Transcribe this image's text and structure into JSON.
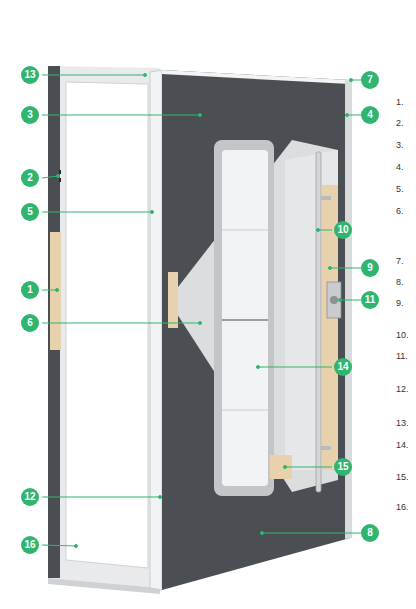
{
  "diagram": {
    "nodes": [
      {
        "text": [
          "13"
        ]
      },
      {
        "text": [
          "7"
        ]
      },
      {
        "text": [
          "3"
        ]
      },
      {
        "text": [
          "4"
        ]
      },
      {
        "text": [
          "2"
        ]
      },
      {
        "text": [
          "5"
        ]
      },
      {
        "text": [
          "10"
        ]
      },
      {
        "text": [
          "9"
        ]
      },
      {
        "text": [
          "1"
        ]
      },
      {
        "text": [
          "11"
        ]
      },
      {
        "text": [
          "6"
        ]
      },
      {
        "text": [
          "14"
        ]
      },
      {
        "text": [
          "15"
        ]
      },
      {
        "text": [
          "12"
        ]
      },
      {
        "text": [
          "8"
        ]
      },
      {
        "text": [
          "16"
        ]
      }
    ],
    "labels": [
      "1.",
      "2.",
      "3.",
      "4.",
      "5.",
      "6.",
      "7.",
      "8.",
      "9.",
      "10.",
      "11.",
      "12.",
      "13.",
      "14.",
      "15.",
      "16."
    ]
  }
}
